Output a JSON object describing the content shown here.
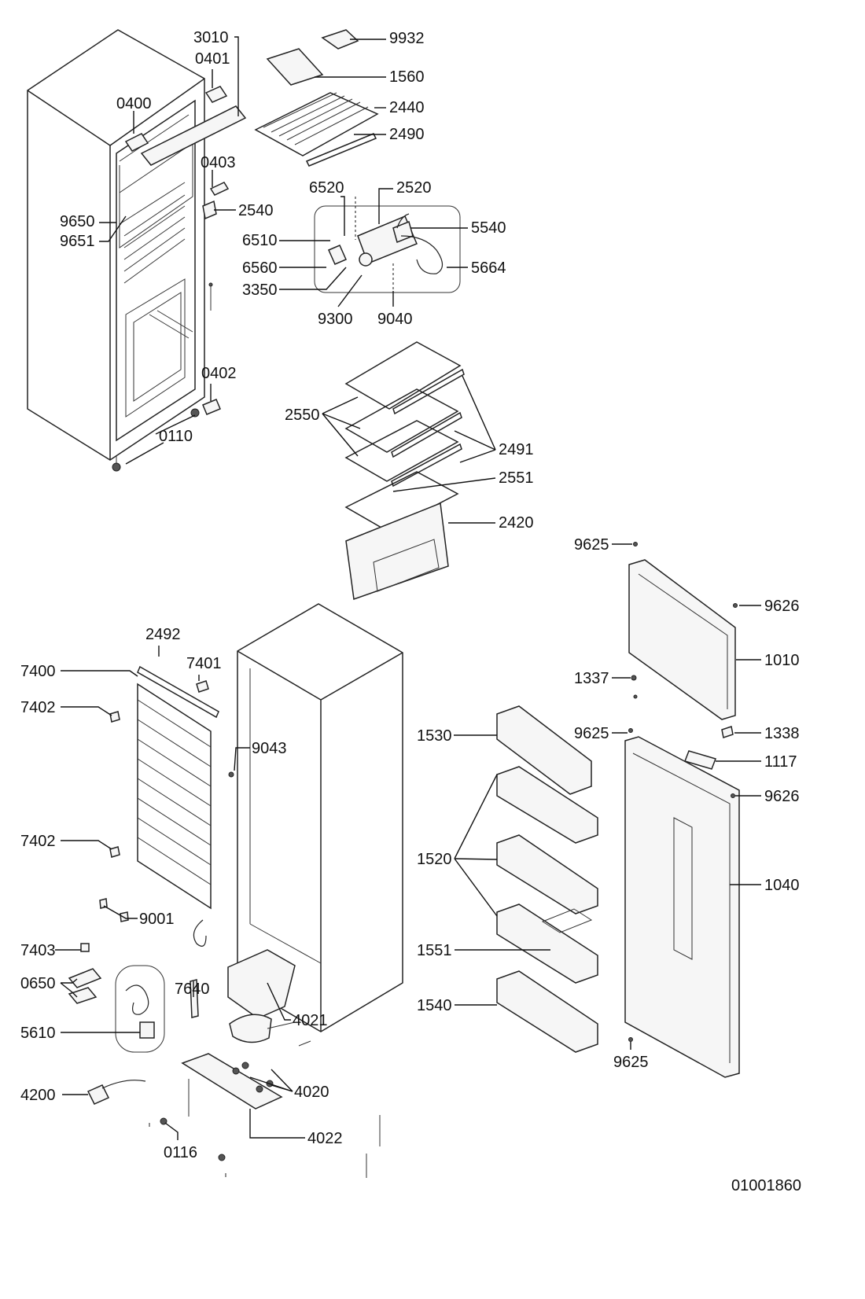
{
  "drawing_number": "01001860",
  "part_labels": [
    {
      "id": "p3010",
      "text": "3010"
    },
    {
      "id": "p9932",
      "text": "9932"
    },
    {
      "id": "p0401",
      "text": "0401"
    },
    {
      "id": "p1560",
      "text": "1560"
    },
    {
      "id": "p0400",
      "text": "0400"
    },
    {
      "id": "p2440",
      "text": "2440"
    },
    {
      "id": "p2490",
      "text": "2490"
    },
    {
      "id": "p0403",
      "text": "0403"
    },
    {
      "id": "p6520",
      "text": "6520"
    },
    {
      "id": "p2520",
      "text": "2520"
    },
    {
      "id": "p9650",
      "text": "9650"
    },
    {
      "id": "p2540",
      "text": "2540"
    },
    {
      "id": "p5540",
      "text": "5540"
    },
    {
      "id": "p9651",
      "text": "9651"
    },
    {
      "id": "p6510",
      "text": "6510"
    },
    {
      "id": "p6560",
      "text": "6560"
    },
    {
      "id": "p5664",
      "text": "5664"
    },
    {
      "id": "p3350",
      "text": "3350"
    },
    {
      "id": "p9300",
      "text": "9300"
    },
    {
      "id": "p9040",
      "text": "9040"
    },
    {
      "id": "p0402",
      "text": "0402"
    },
    {
      "id": "p2550",
      "text": "2550"
    },
    {
      "id": "p0110",
      "text": "0110"
    },
    {
      "id": "p2491",
      "text": "2491"
    },
    {
      "id": "p2551",
      "text": "2551"
    },
    {
      "id": "p2420",
      "text": "2420"
    },
    {
      "id": "p9625a",
      "text": "9625"
    },
    {
      "id": "p9626a",
      "text": "9626"
    },
    {
      "id": "p2492",
      "text": "2492"
    },
    {
      "id": "p7401",
      "text": "7401"
    },
    {
      "id": "p1010",
      "text": "1010"
    },
    {
      "id": "p7400",
      "text": "7400"
    },
    {
      "id": "p1337",
      "text": "1337"
    },
    {
      "id": "p7402a",
      "text": "7402"
    },
    {
      "id": "p9625b",
      "text": "9625"
    },
    {
      "id": "p1530",
      "text": "1530"
    },
    {
      "id": "p1338",
      "text": "1338"
    },
    {
      "id": "p9043",
      "text": "9043"
    },
    {
      "id": "p1117",
      "text": "1117"
    },
    {
      "id": "p9626b",
      "text": "9626"
    },
    {
      "id": "p7402b",
      "text": "7402"
    },
    {
      "id": "p1520",
      "text": "1520"
    },
    {
      "id": "p1040",
      "text": "1040"
    },
    {
      "id": "p9001",
      "text": "9001"
    },
    {
      "id": "p7403",
      "text": "7403"
    },
    {
      "id": "p1551",
      "text": "1551"
    },
    {
      "id": "p0650",
      "text": "0650"
    },
    {
      "id": "p7640",
      "text": "7640"
    },
    {
      "id": "p4021",
      "text": "4021"
    },
    {
      "id": "p1540",
      "text": "1540"
    },
    {
      "id": "p5610",
      "text": "5610"
    },
    {
      "id": "p9625c",
      "text": "9625"
    },
    {
      "id": "p4200",
      "text": "4200"
    },
    {
      "id": "p4020",
      "text": "4020"
    },
    {
      "id": "p4022",
      "text": "4022"
    },
    {
      "id": "p0116",
      "text": "0116"
    }
  ]
}
